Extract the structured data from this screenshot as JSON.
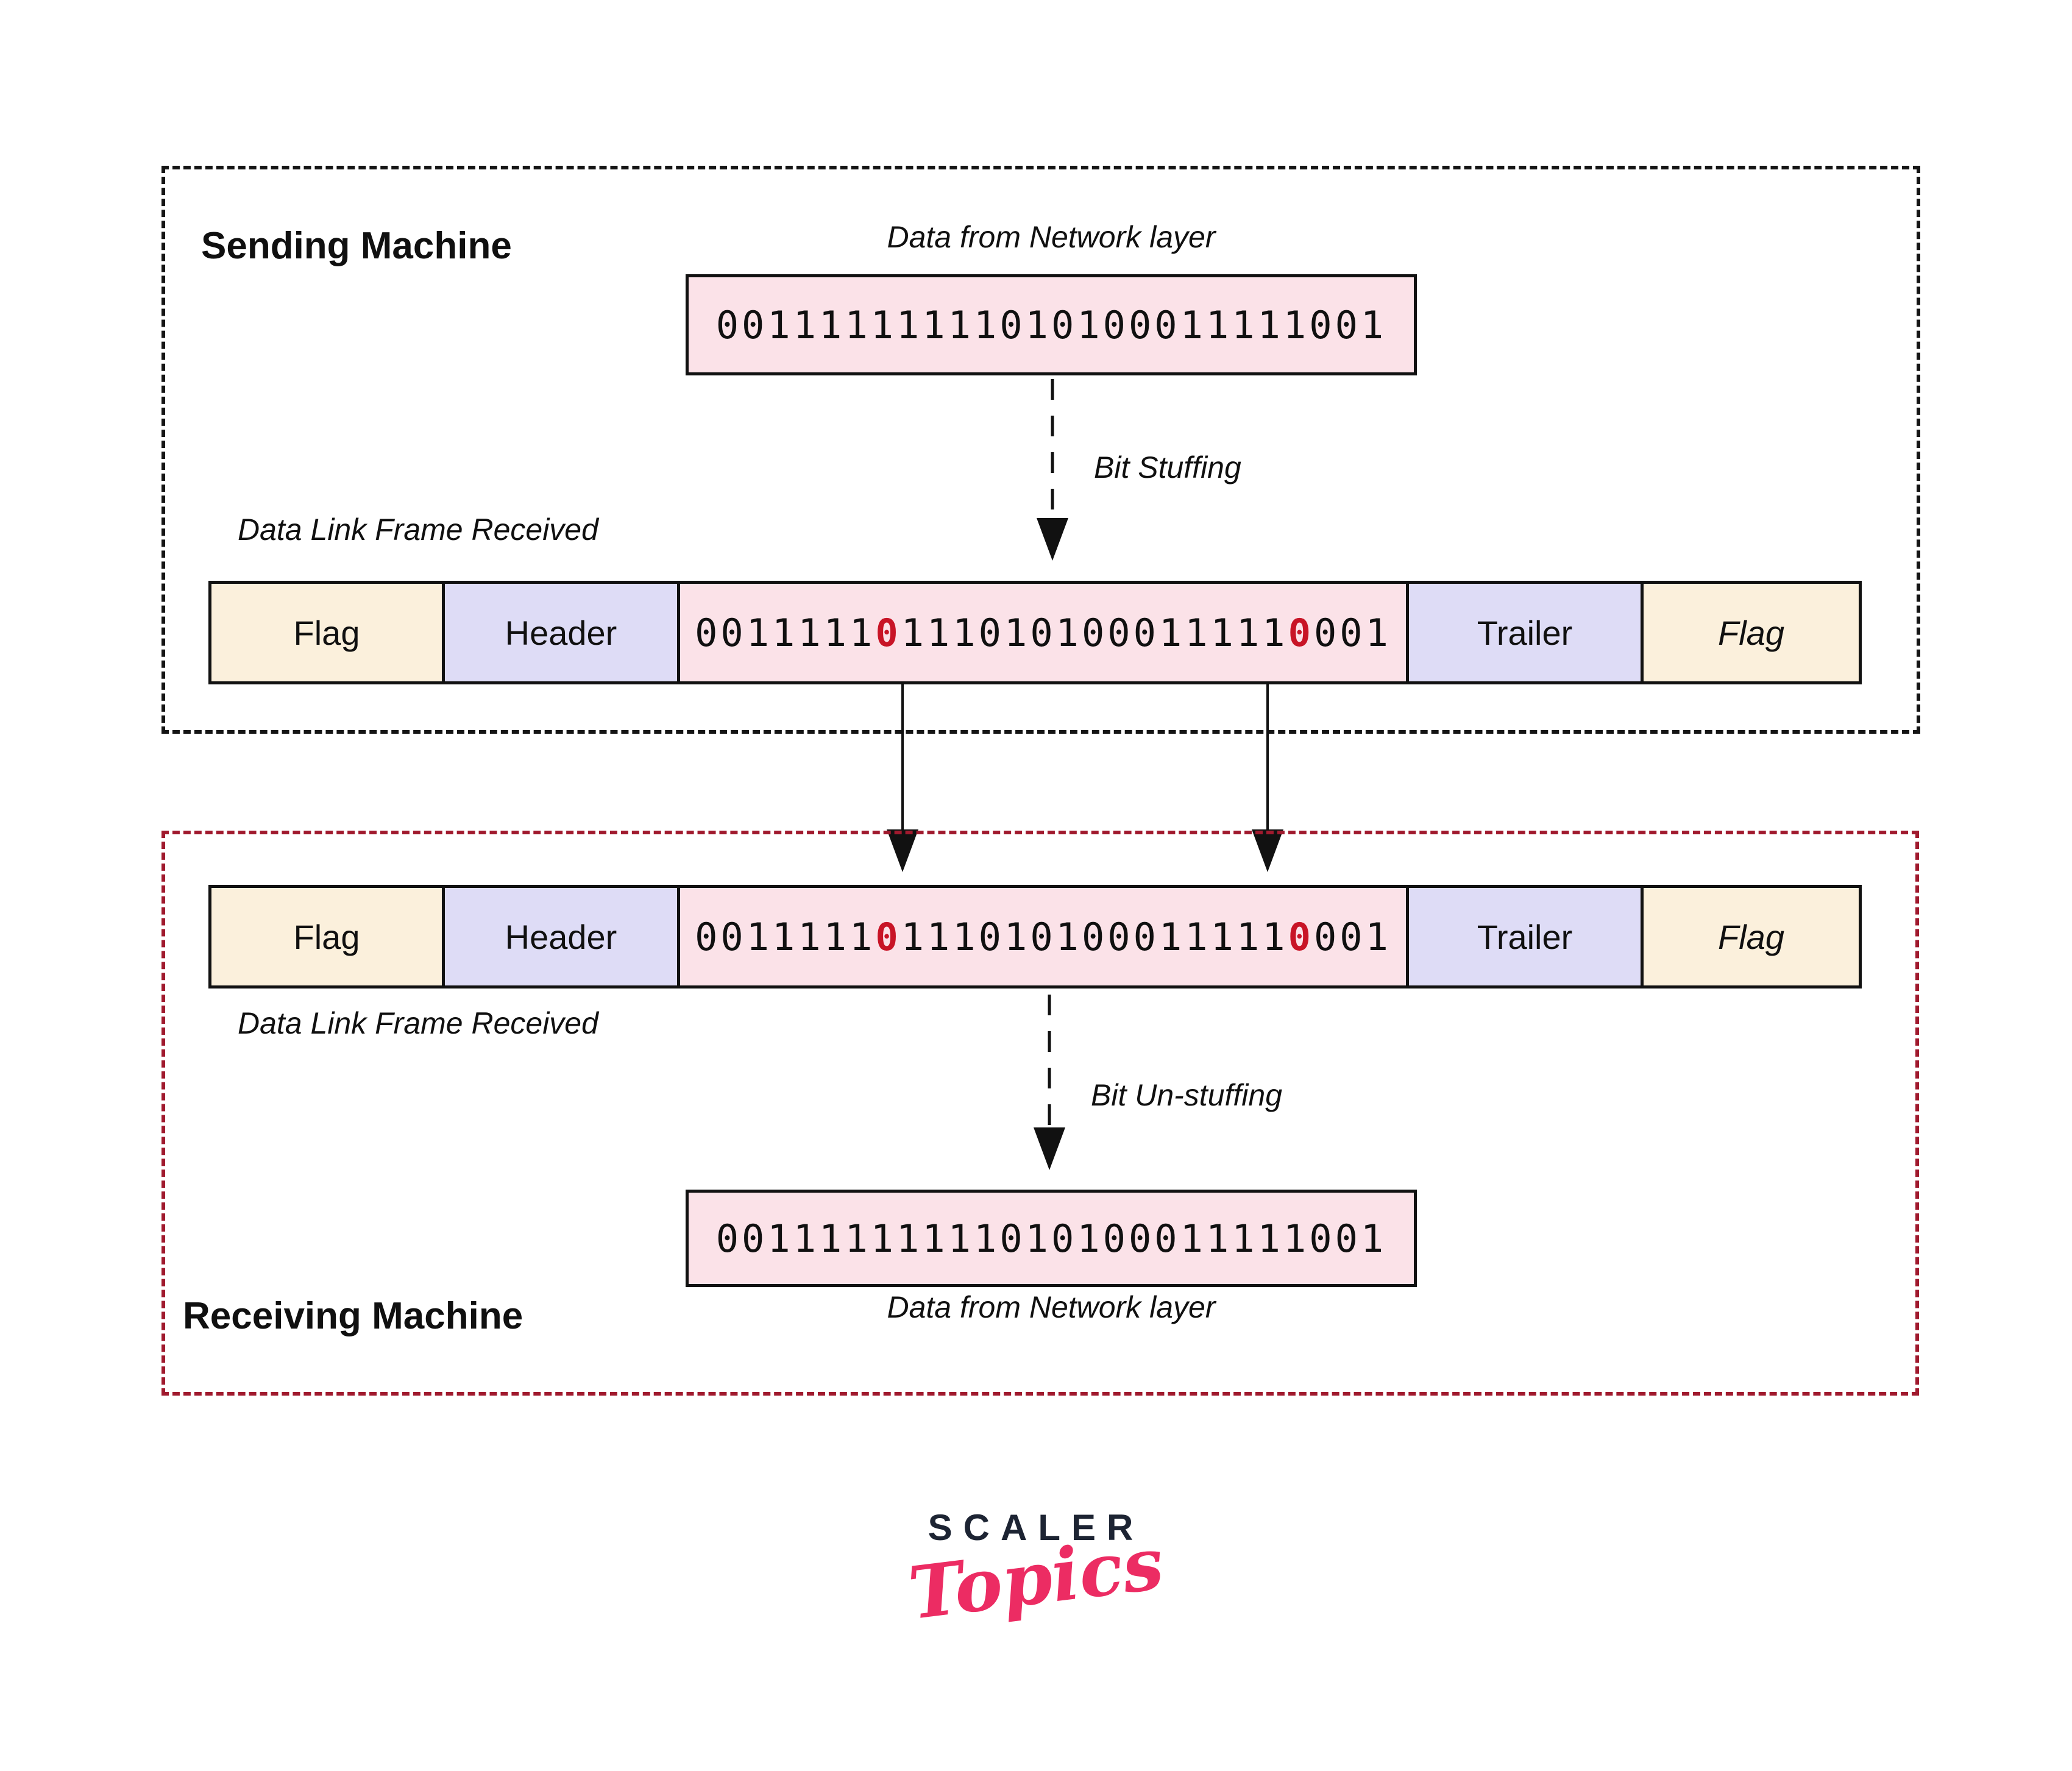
{
  "sending": {
    "title": "Sending Machine",
    "network_data_label": "Data from Network layer",
    "network_data": "00111111111010100011111001",
    "process_label": "Bit Stuffing",
    "frame_label": "Data Link Frame Received",
    "frame": {
      "flag_start": "Flag",
      "header": "Header",
      "data_parts": [
        "0011111",
        "0",
        "111010100011111",
        "0",
        "001"
      ],
      "trailer": "Trailer",
      "flag_end": "Flag"
    }
  },
  "receiving": {
    "title": "Receiving Machine",
    "frame_label": "Data Link Frame Received",
    "process_label": "Bit Un-stuffing",
    "network_data_label": "Data from Network layer",
    "network_data": "00111111111010100011111001",
    "frame": {
      "flag_start": "Flag",
      "header": "Header",
      "data_parts": [
        "0011111",
        "0",
        "111010100011111",
        "0",
        "001"
      ],
      "trailer": "Trailer",
      "flag_end": "Flag"
    }
  },
  "logo": {
    "brand": "SCALER",
    "product": "Topics"
  },
  "colors": {
    "data_fill": "#FBE2E8",
    "flag_fill": "#FBF0DC",
    "header_fill": "#DEDCF6",
    "stuffed_bit_red": "#C81426",
    "sender_border": "#151515",
    "receiver_border": "#A01A2E",
    "logo_navy": "#1D2433",
    "logo_pink": "#EC2C63"
  }
}
